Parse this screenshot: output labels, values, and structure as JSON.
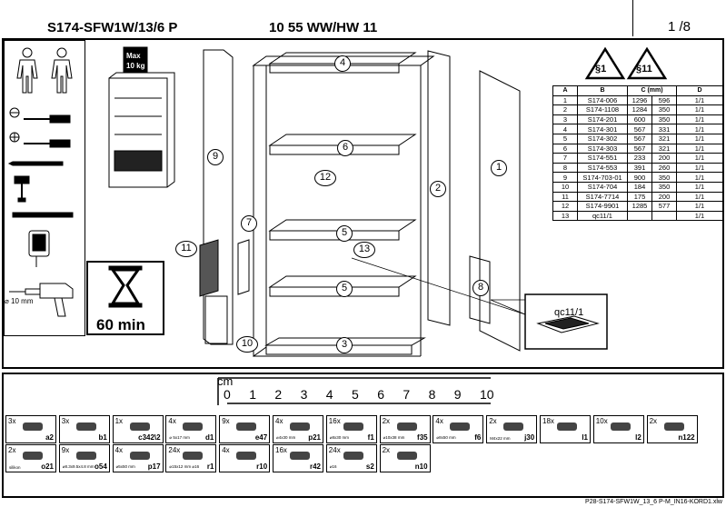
{
  "header": {
    "model_code": "S174-SFW1W/13/6 P",
    "color_code": "10 55 WW/HW 11",
    "page": "1 /8"
  },
  "warnings": {
    "symbol_1": "§1",
    "symbol_2": "§11"
  },
  "weight_label": {
    "max": "Max",
    "kg": "10 kg"
  },
  "tools": {
    "drill_size": "⌀ 10 mm"
  },
  "timer": {
    "label": "60 min"
  },
  "parts_table": {
    "headers": [
      "A",
      "B",
      "C (mm)",
      "",
      "D"
    ],
    "rows": [
      [
        "1",
        "S174-006",
        "1296",
        "596",
        "1/1"
      ],
      [
        "2",
        "S174-1108",
        "1284",
        "350",
        "1/1"
      ],
      [
        "3",
        "S174-201",
        "600",
        "350",
        "1/1"
      ],
      [
        "4",
        "S174-301",
        "567",
        "331",
        "1/1"
      ],
      [
        "5",
        "S174-302",
        "567",
        "321",
        "1/1"
      ],
      [
        "6",
        "S174-303",
        "567",
        "321",
        "1/1"
      ],
      [
        "7",
        "S174-551",
        "233",
        "200",
        "1/1"
      ],
      [
        "8",
        "S174-553",
        "391",
        "260",
        "1/1"
      ],
      [
        "9",
        "S174-703-01",
        "900",
        "350",
        "1/1"
      ],
      [
        "10",
        "S174-704",
        "184",
        "350",
        "1/1"
      ],
      [
        "11",
        "S174-7714",
        "175",
        "200",
        "1/1"
      ],
      [
        "12",
        "S174-9901",
        "1285",
        "577",
        "1/1"
      ],
      [
        "13",
        "qc11/1",
        "",
        "",
        "1/1"
      ]
    ]
  },
  "part_labels": [
    "4",
    "9",
    "6",
    "12",
    "2",
    "1",
    "7",
    "5",
    "11",
    "13",
    "8",
    "5",
    "10",
    "3"
  ],
  "qc_label": "qc11/1",
  "ruler": {
    "unit": "cm",
    "ticks": [
      "0",
      "1",
      "2",
      "3",
      "4",
      "5",
      "6",
      "7",
      "8",
      "9",
      "10"
    ]
  },
  "hardware_row1": [
    {
      "qty": "3x",
      "code": "a2",
      "size": ""
    },
    {
      "qty": "3x",
      "code": "b1",
      "size": ""
    },
    {
      "qty": "1x",
      "code": "c342\\2",
      "size": ""
    },
    {
      "qty": "4x",
      "code": "d1",
      "size": "⌀ 5x17 mm"
    },
    {
      "qty": "9x",
      "code": "e47",
      "size": ""
    },
    {
      "qty": "4x",
      "code": "p21",
      "size": "⌀4x30 mm"
    },
    {
      "qty": "16x",
      "code": "f1",
      "size": "⌀8x30 mm"
    },
    {
      "qty": "2x",
      "code": "f35",
      "size": "⌀10x38 mm"
    },
    {
      "qty": "4x",
      "code": "f6",
      "size": "⌀8x50 mm"
    },
    {
      "qty": "2x",
      "code": "j30",
      "size": "M4x22 mm"
    },
    {
      "qty": "18x",
      "code": "l1",
      "size": ""
    },
    {
      "qty": "10x",
      "code": "l2",
      "size": ""
    },
    {
      "qty": "2x",
      "code": "n122",
      "size": ""
    }
  ],
  "hardware_row2": [
    {
      "qty": "2x",
      "code": "o21",
      "size": "silikon"
    },
    {
      "qty": "9x",
      "code": "o54",
      "size": "⌀8.3x9.5x4.8 mm"
    },
    {
      "qty": "4x",
      "code": "p17",
      "size": "⌀5x50 mm"
    },
    {
      "qty": "24x",
      "code": "r1",
      "size": "⌀15x12 mm ⌀16"
    },
    {
      "qty": "4x",
      "code": "r10",
      "size": ""
    },
    {
      "qty": "16x",
      "code": "r42",
      "size": ""
    },
    {
      "qty": "24x",
      "code": "s2",
      "size": "⌀16"
    },
    {
      "qty": "2x",
      "code": "n10",
      "size": ""
    }
  ],
  "footer": "P28-S174-SFW1W_13_6 P-M_IN16-KORD1.xlw"
}
